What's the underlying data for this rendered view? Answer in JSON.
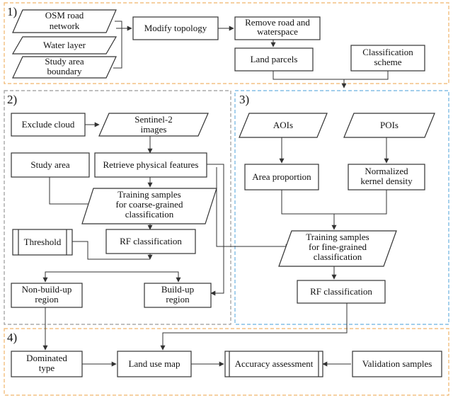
{
  "colors": {
    "panel_orange": "#f0b46a",
    "panel_blue": "#6ab0e0",
    "panel_gray": "#999999",
    "stroke": "#333333"
  },
  "panels": {
    "p1": "1)",
    "p2": "2)",
    "p3": "3)",
    "p4": "4)"
  },
  "nodes": {
    "osm_road": [
      "OSM road",
      "network"
    ],
    "water_layer": [
      "Water layer"
    ],
    "study_area_boundary": [
      "Study area",
      "boundary"
    ],
    "modify_topology": [
      "Modify topology"
    ],
    "remove_road": [
      "Remove road and",
      "waterspace"
    ],
    "land_parcels": [
      "Land parcels"
    ],
    "classification_scheme": [
      "Classification",
      "scheme"
    ],
    "exclude_cloud": [
      "Exclude cloud"
    ],
    "sentinel2": [
      "Sentinel-2",
      "images"
    ],
    "study_area": [
      "Study area"
    ],
    "retrieve_features": [
      "Retrieve physical features"
    ],
    "training_coarse": [
      "Training samples",
      "for coarse-grained",
      "classification"
    ],
    "threshold": [
      "Threshold"
    ],
    "rf_classification_1": [
      "RF classification"
    ],
    "non_build_up": [
      "Non-build-up",
      "region"
    ],
    "build_up": [
      "Build-up",
      "region"
    ],
    "aois": [
      "AOIs"
    ],
    "pois": [
      "POIs"
    ],
    "area_proportion": [
      "Area proportion"
    ],
    "normalized_kd": [
      "Normalized",
      "kernel  density"
    ],
    "training_fine": [
      "Training samples",
      "for fine-grained",
      "classification"
    ],
    "rf_classification_2": [
      "RF classification"
    ],
    "dominated_type": [
      "Dominated",
      "type"
    ],
    "land_use_map": [
      "Land use map"
    ],
    "accuracy_assessment": [
      "Accuracy assessment"
    ],
    "validation_samples": [
      "Validation samples"
    ]
  }
}
